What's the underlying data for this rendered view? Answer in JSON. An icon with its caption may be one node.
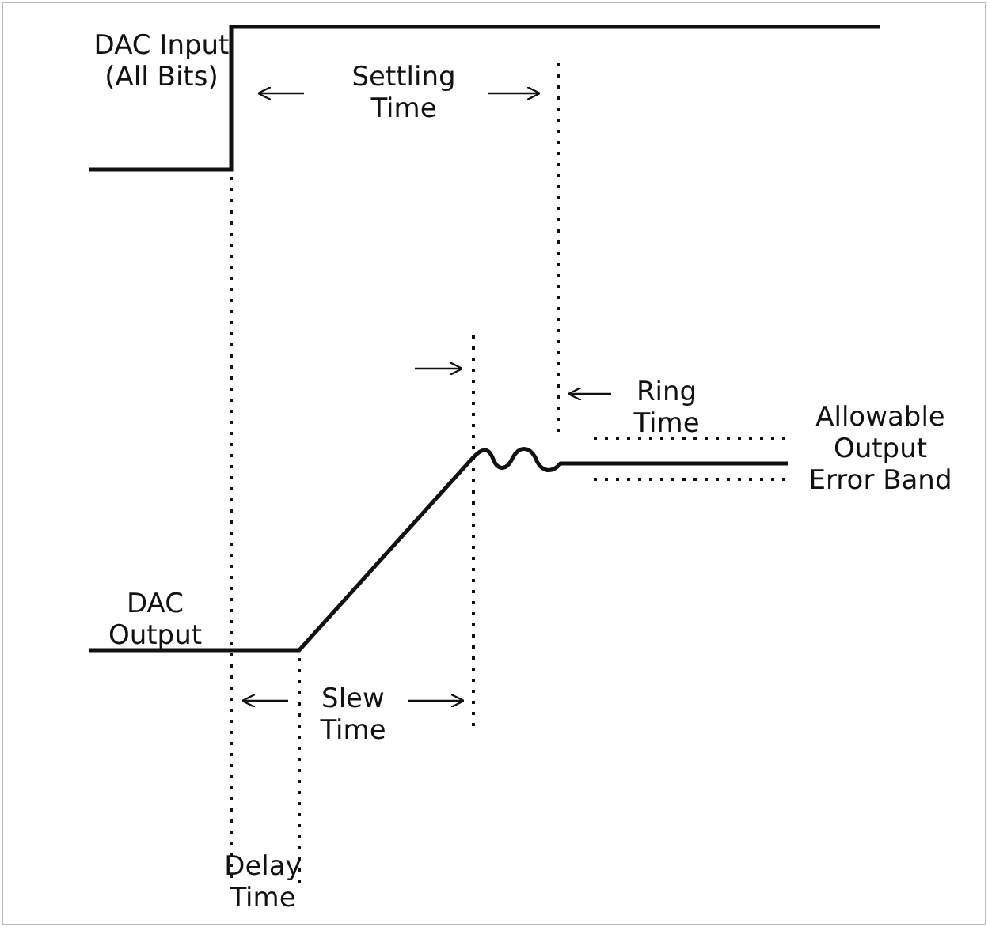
{
  "diagram": {
    "labels": [
      "DAC Input (All Bits)",
      "Settling Time",
      "Ring Time",
      "Allowable Output Error Band",
      "DAC Output",
      "Slew Time",
      "Delay Time"
    ]
  }
}
